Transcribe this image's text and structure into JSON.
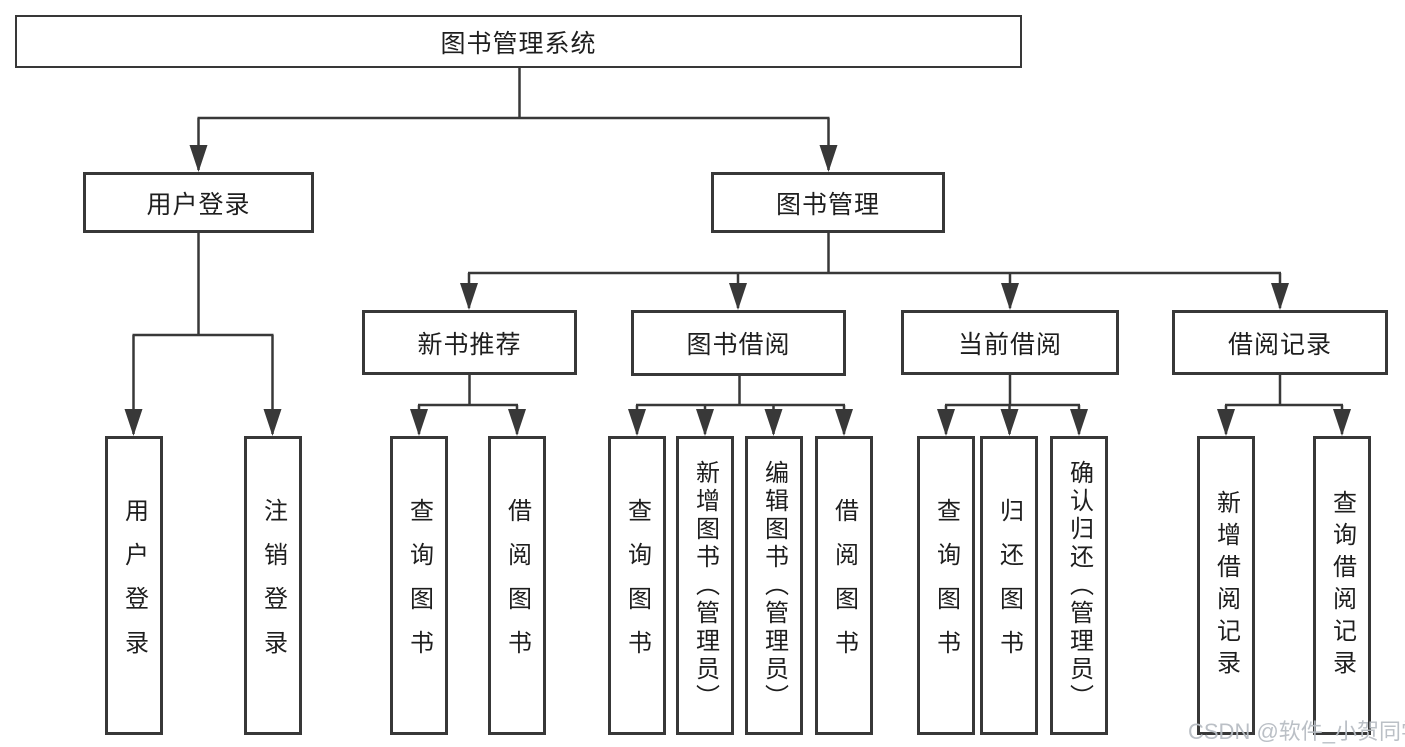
{
  "diagram": {
    "root": {
      "label": "图书管理系统",
      "children": [
        {
          "label": "用户登录",
          "children": [
            {
              "label": "用户登录"
            },
            {
              "label": "注销登录"
            }
          ]
        },
        {
          "label": "图书管理",
          "children": [
            {
              "label": "新书推荐",
              "children": [
                {
                  "label": "查询图书"
                },
                {
                  "label": "借阅图书"
                }
              ]
            },
            {
              "label": "图书借阅",
              "children": [
                {
                  "label": "查询图书"
                },
                {
                  "label": "新增图书（管理员）"
                },
                {
                  "label": "编辑图书（管理员）"
                },
                {
                  "label": "借阅图书"
                }
              ]
            },
            {
              "label": "当前借阅",
              "children": [
                {
                  "label": "查询图书"
                },
                {
                  "label": "归还图书"
                },
                {
                  "label": "确认归还（管理员）"
                }
              ]
            },
            {
              "label": "借阅记录",
              "children": [
                {
                  "label": "新增借阅记录"
                },
                {
                  "label": "查询借阅记录"
                }
              ]
            }
          ]
        }
      ]
    }
  },
  "watermark": {
    "text": "CSDN @软件_小贺同学"
  },
  "colors": {
    "line": "#383838",
    "box_border": "#383838",
    "text": "#1e1e1e",
    "background": "#ffffff",
    "watermark": "#b8bdc4"
  }
}
